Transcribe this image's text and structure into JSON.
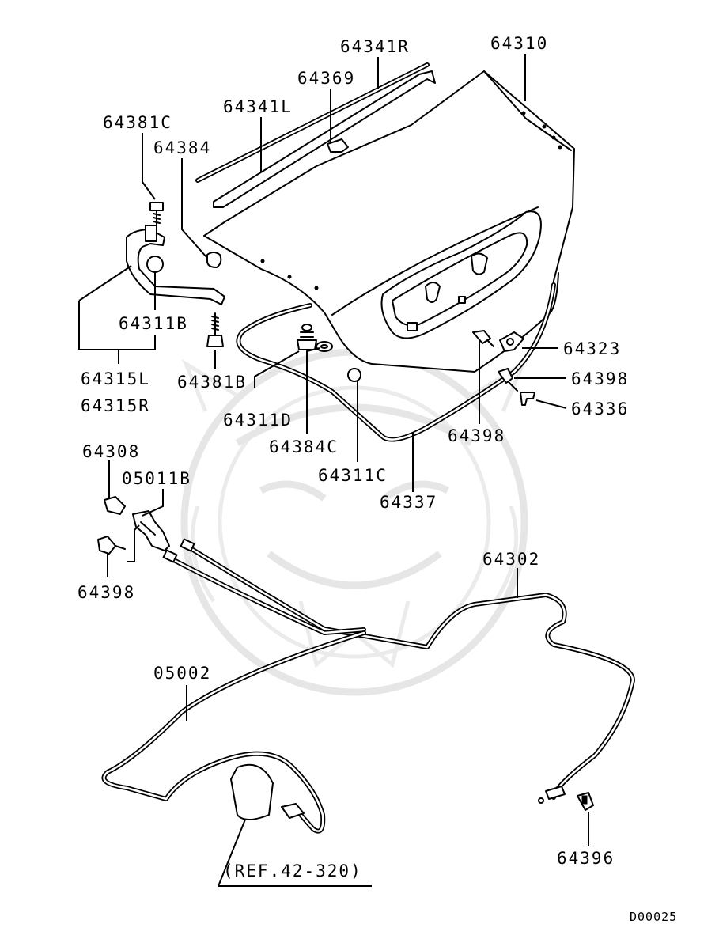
{
  "labels": {
    "l_64310": "64310",
    "l_64341R": "64341R",
    "l_64369": "64369",
    "l_64341L": "64341L",
    "l_64381C": "64381C",
    "l_64384": "64384",
    "l_64311B": "64311B",
    "l_64315L": "64315L",
    "l_64315R": "64315R",
    "l_64381B": "64381B",
    "l_64311D": "64311D",
    "l_64384C": "64384C",
    "l_64311C": "64311C",
    "l_64337": "64337",
    "l_64323": "64323",
    "l_64398_a": "64398",
    "l_64336": "64336",
    "l_64398_b": "64398",
    "l_64308": "64308",
    "l_05011B": "05011B",
    "l_64398_c": "64398",
    "l_64302": "64302",
    "l_05002": "05002",
    "l_ref": "(REF.42-320)",
    "l_64396": "64396"
  },
  "diagram_code": "D00025"
}
